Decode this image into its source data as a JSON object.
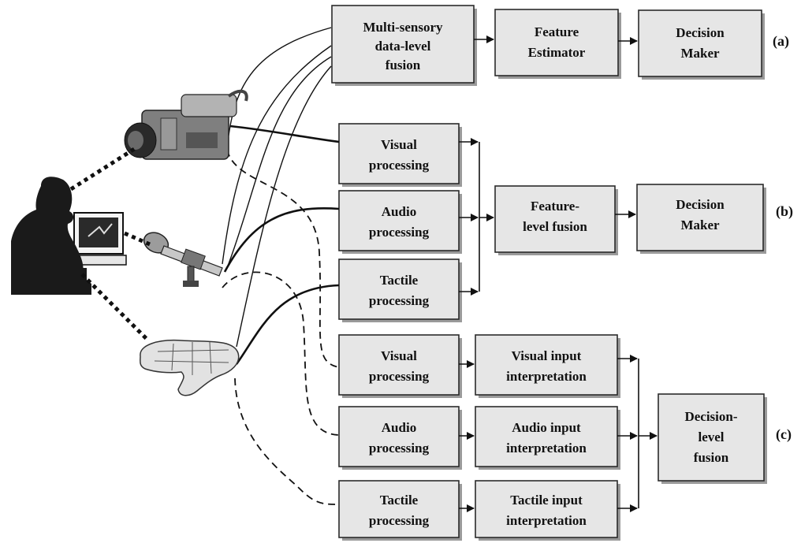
{
  "row_a": {
    "tag": "(a)",
    "fusion": [
      "Multi-sensory",
      "data-level",
      "fusion"
    ],
    "feature": [
      "Feature",
      "Estimator"
    ],
    "decision": [
      "Decision",
      "Maker"
    ]
  },
  "row_b": {
    "tag": "(b)",
    "visual": [
      "Visual",
      "processing"
    ],
    "audio": [
      "Audio",
      "processing"
    ],
    "tactile": [
      "Tactile",
      "processing"
    ],
    "fusion": [
      "Feature-",
      "level fusion"
    ],
    "decision": [
      "Decision",
      "Maker"
    ]
  },
  "row_c": {
    "tag": "(c)",
    "visual": [
      "Visual",
      "processing"
    ],
    "audio": [
      "Audio",
      "processing"
    ],
    "tactile": [
      "Tactile",
      "processing"
    ],
    "visual_interp": [
      "Visual input",
      "interpretation"
    ],
    "audio_interp": [
      "Audio input",
      "interpretation"
    ],
    "tactile_interp": [
      "Tactile input",
      "interpretation"
    ],
    "fusion": [
      "Decision-",
      "level",
      "fusion"
    ]
  },
  "colors": {
    "box_fill": "#e6e6e6",
    "line": "#111111",
    "figure": "#1a1a1a"
  }
}
